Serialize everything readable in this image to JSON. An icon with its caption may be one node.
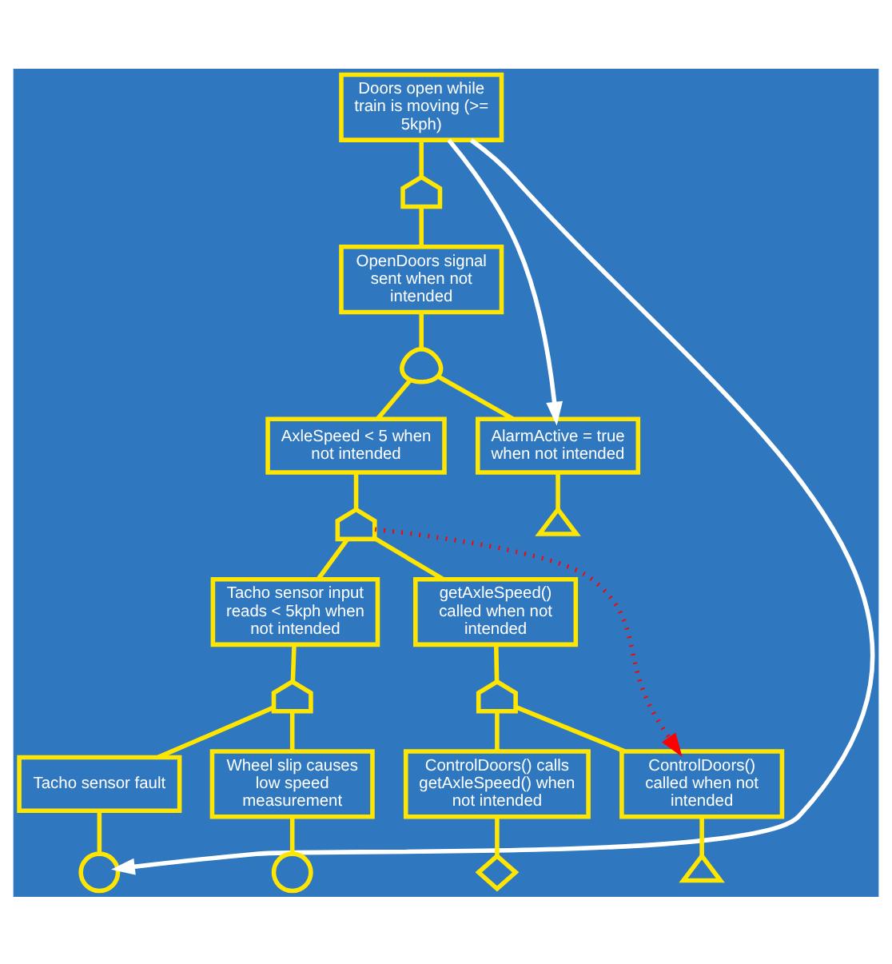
{
  "diagram": {
    "nodes": [
      {
        "text": [
          "Doors open while train is moving (>= 5kph)"
        ]
      },
      {
        "text": [],
        "shape": "gate"
      },
      {
        "text": [
          "OpenDoors signal sent when not intended"
        ]
      },
      {
        "text": [],
        "shape": "dome"
      },
      {
        "text": [
          "AxleSpeed < 5 when not intended"
        ]
      },
      {
        "text": [
          "AlarmActive = true when not intended"
        ]
      },
      {
        "text": [],
        "shape": "triangle"
      },
      {
        "text": [],
        "shape": "gate"
      },
      {
        "text": [
          "Tacho sensor input reads < 5kph when not intended"
        ]
      },
      {
        "text": [
          "getAxleSpeed() called when not intended"
        ]
      },
      {
        "text": [],
        "shape": "gate"
      },
      {
        "text": [],
        "shape": "gate"
      },
      {
        "text": [
          "Tacho sensor fault"
        ]
      },
      {
        "text": [
          "Wheel slip causes low speed measurement"
        ]
      },
      {
        "text": [
          "ControlDoors() calls getAxleSpeed() when not intended"
        ]
      },
      {
        "text": [
          "ControlDoors() called when not intended"
        ]
      },
      {
        "text": [],
        "shape": "circle"
      },
      {
        "text": [],
        "shape": "circle"
      },
      {
        "text": [],
        "shape": "diamond"
      },
      {
        "text": [],
        "shape": "triangle"
      }
    ],
    "edges": [
      {
        "from": 0,
        "to": 1,
        "arrow": "none"
      },
      {
        "from": 1,
        "to": 2,
        "arrow": "none"
      },
      {
        "from": 2,
        "to": 3,
        "arrow": "none"
      },
      {
        "from": 3,
        "to": 4,
        "arrow": "none"
      },
      {
        "from": 3,
        "to": 5,
        "arrow": "none"
      },
      {
        "from": 5,
        "to": 6,
        "arrow": "none"
      },
      {
        "from": 4,
        "to": 7,
        "arrow": "none"
      },
      {
        "from": 7,
        "to": 8,
        "arrow": "none"
      },
      {
        "from": 7,
        "to": 9,
        "arrow": "none"
      },
      {
        "from": 8,
        "to": 10,
        "arrow": "none"
      },
      {
        "from": 9,
        "to": 11,
        "arrow": "none"
      },
      {
        "from": 10,
        "to": 12,
        "arrow": "none"
      },
      {
        "from": 10,
        "to": 13,
        "arrow": "none"
      },
      {
        "from": 11,
        "to": 14,
        "arrow": "none"
      },
      {
        "from": 11,
        "to": 15,
        "arrow": "none"
      },
      {
        "from": 12,
        "to": 16,
        "arrow": "none"
      },
      {
        "from": 13,
        "to": 17,
        "arrow": "none"
      },
      {
        "from": 14,
        "to": 18,
        "arrow": "none"
      },
      {
        "from": 15,
        "to": 19,
        "arrow": "none"
      },
      {
        "from": 0,
        "to": 16,
        "arrow": "to",
        "color": "#ffffff"
      },
      {
        "from": 0,
        "to": 5,
        "arrow": "to",
        "color": "#ffffff"
      },
      {
        "from": 7,
        "to": 15,
        "arrow": "to",
        "style": "dashed",
        "color": "#ff0000"
      }
    ]
  }
}
